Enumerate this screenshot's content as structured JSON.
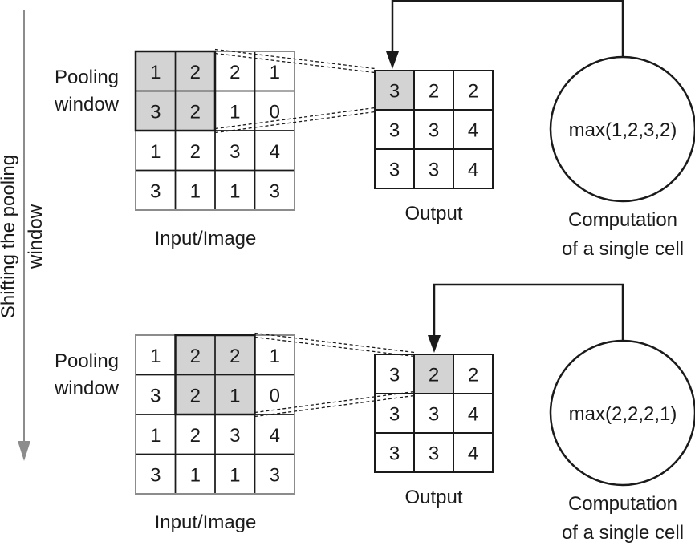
{
  "side_label": {
    "line1": "Shifting the pooling",
    "line2": "window"
  },
  "panels": [
    {
      "pooling_label": [
        "Pooling",
        "window"
      ],
      "input_grid": [
        [
          1,
          2,
          2,
          1
        ],
        [
          3,
          2,
          1,
          0
        ],
        [
          1,
          2,
          3,
          4
        ],
        [
          3,
          1,
          1,
          3
        ]
      ],
      "input_label": "Input/Image",
      "window_highlight": {
        "row": 0,
        "col": 0,
        "size": 2
      },
      "output_grid": [
        [
          3,
          2,
          2
        ],
        [
          3,
          3,
          4
        ],
        [
          3,
          3,
          4
        ]
      ],
      "output_label": "Output",
      "output_highlight": {
        "row": 0,
        "col": 0
      },
      "computation_text": "max(1,2,3,2)",
      "computation_label": [
        "Computation",
        "of a single cell"
      ]
    },
    {
      "pooling_label": [
        "Pooling",
        "window"
      ],
      "input_grid": [
        [
          1,
          2,
          2,
          1
        ],
        [
          3,
          2,
          1,
          0
        ],
        [
          1,
          2,
          3,
          4
        ],
        [
          3,
          1,
          1,
          3
        ]
      ],
      "input_label": "Input/Image",
      "window_highlight": {
        "row": 0,
        "col": 1,
        "size": 2
      },
      "output_grid": [
        [
          3,
          2,
          2
        ],
        [
          3,
          3,
          4
        ],
        [
          3,
          3,
          4
        ]
      ],
      "output_label": "Output",
      "output_highlight": {
        "row": 0,
        "col": 1
      },
      "computation_text": "max(2,2,2,1)",
      "computation_label": [
        "Computation",
        "of a single cell"
      ]
    }
  ],
  "colors": {
    "highlight": "#d3d3d3",
    "stroke": "#1a1a1a",
    "grid_gray": "#8c8c8c",
    "arrow_gray": "#8c8c8c"
  }
}
